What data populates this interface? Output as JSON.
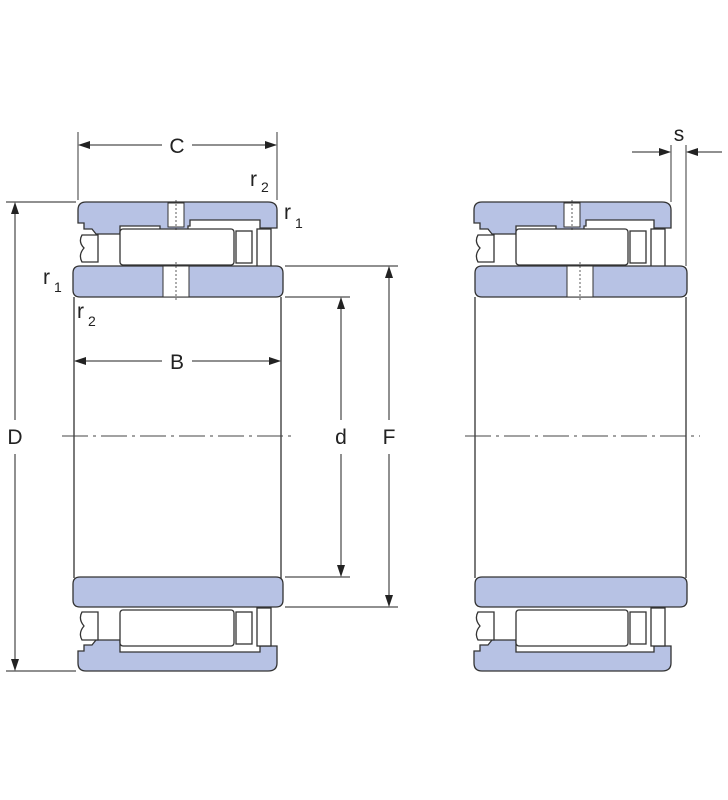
{
  "labels": {
    "C": "C",
    "B": "B",
    "D": "D",
    "d": "d",
    "F": "F",
    "s": "s",
    "r": "r",
    "sub1": "1",
    "sub2": "2"
  },
  "colors": {
    "ring_fill": "#b7c2e4",
    "outline": "#333333",
    "background": "#ffffff"
  }
}
